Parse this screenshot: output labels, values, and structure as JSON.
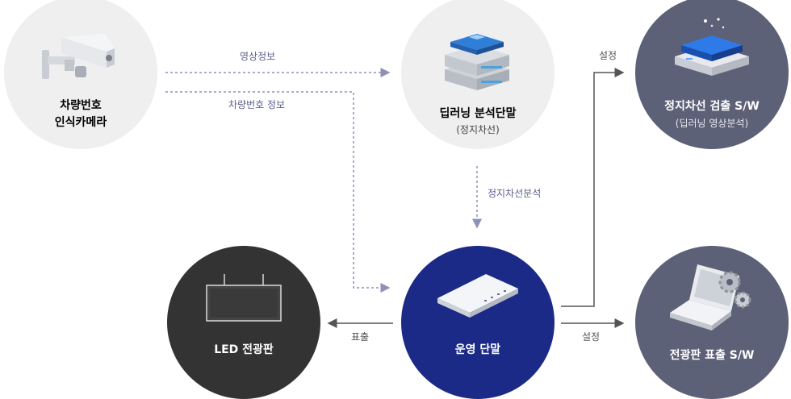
{
  "nodes": {
    "camera": {
      "title_line1": "차량번호",
      "title_line2": "인식카메라"
    },
    "deeplearning": {
      "title": "딥러닝 분석단말",
      "subtitle": "(정지차선)"
    },
    "detection": {
      "title": "정지차선 검출 S/W",
      "subtitle": "(딥러닝 영상분석)"
    },
    "led": {
      "title": "LED 전광판"
    },
    "operation": {
      "title": "운영 단말"
    },
    "display_sw": {
      "title": "전광판 표출 S/W"
    }
  },
  "edges": {
    "video_info": "영상정보",
    "plate_info": "차량번호 정보",
    "stopline_analysis": "정지차선분석",
    "setting_top": "설정",
    "setting_bottom": "설정",
    "display": "표출"
  },
  "colors": {
    "light_node": "#efefef",
    "dark_node": "#333333",
    "slate_node": "#5d6177",
    "navy_node": "#1b2a87",
    "dashed_line": "#8d90b8",
    "solid_line": "#555555"
  }
}
